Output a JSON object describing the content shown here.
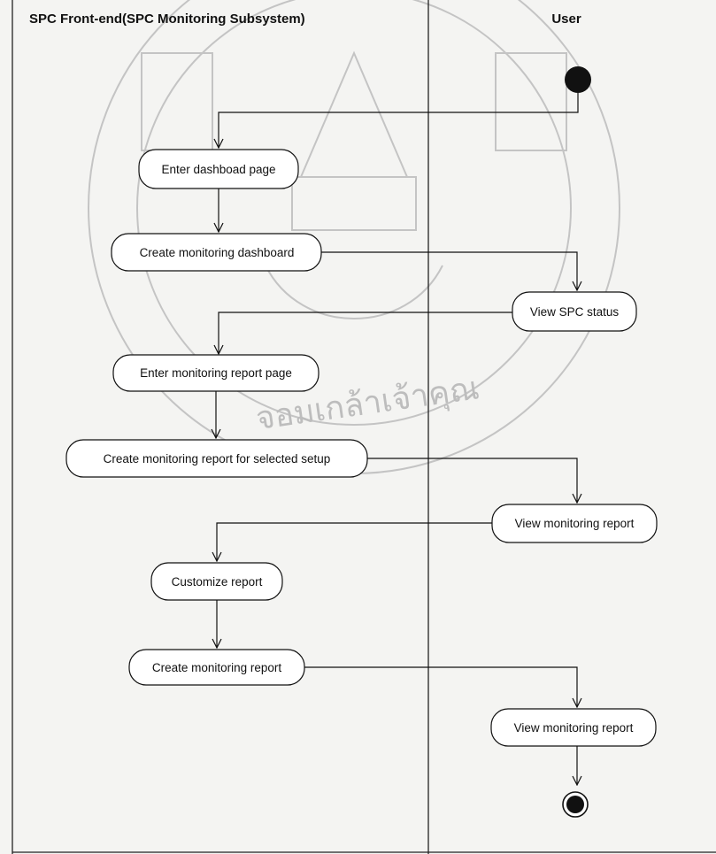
{
  "swimlanes": {
    "left_title": "SPC Front-end(SPC Monitoring Subsystem)",
    "right_title": "User"
  },
  "activities": {
    "enter_dashboard": "Enter dashboad page",
    "create_dashboard": "Create monitoring dashboard",
    "view_spc_status": "View SPC status",
    "enter_report_page": "Enter monitoring report page",
    "create_report_selected": "Create monitoring report for selected setup",
    "view_report_1": "View monitoring report",
    "customize_report": "Customize report",
    "create_report": "Create monitoring report",
    "view_report_2": "View monitoring report"
  }
}
